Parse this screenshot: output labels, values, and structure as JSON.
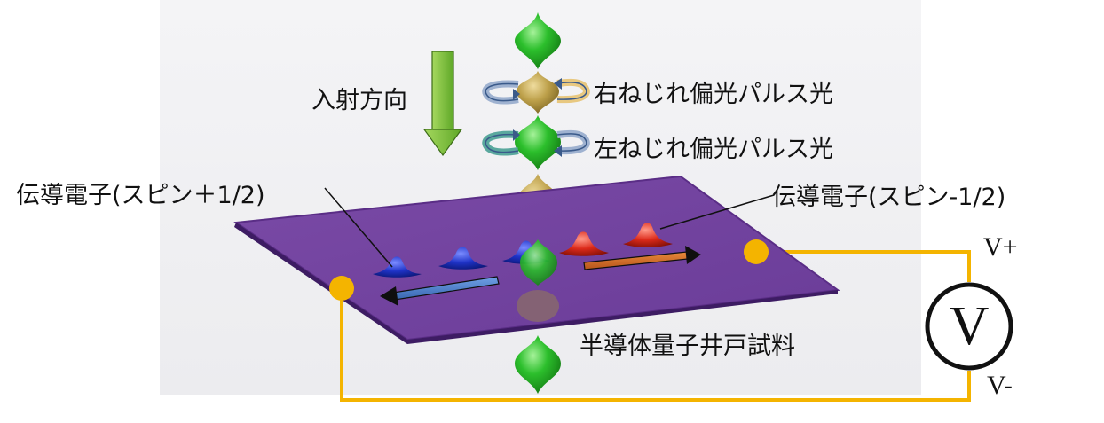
{
  "labels": {
    "incident_direction": "入射方向",
    "right_circular": "右ねじれ偏光パルス光",
    "left_circular": "左ねじれ偏光パルス光",
    "electron_spin_plus": "伝導電子(スピン＋1/2)",
    "electron_spin_minus": "伝導電子(スピン-1/2)",
    "sample": "半導体量子井戸試料",
    "v_plus": "V+",
    "v_minus": "V-",
    "voltmeter": "V"
  },
  "colors": {
    "plate": "#6d3f9a",
    "plate_edge": "#5a2d86",
    "wire": "#f4b400",
    "spin_plus": "#1b2fbf",
    "spin_minus": "#d8281a",
    "pulse_green": "#22b022",
    "pulse_gold": "#b89a3e",
    "arrow_left": "#4a7fc8",
    "arrow_right": "#c8641e",
    "incident_arrow": "#7cc23c"
  }
}
